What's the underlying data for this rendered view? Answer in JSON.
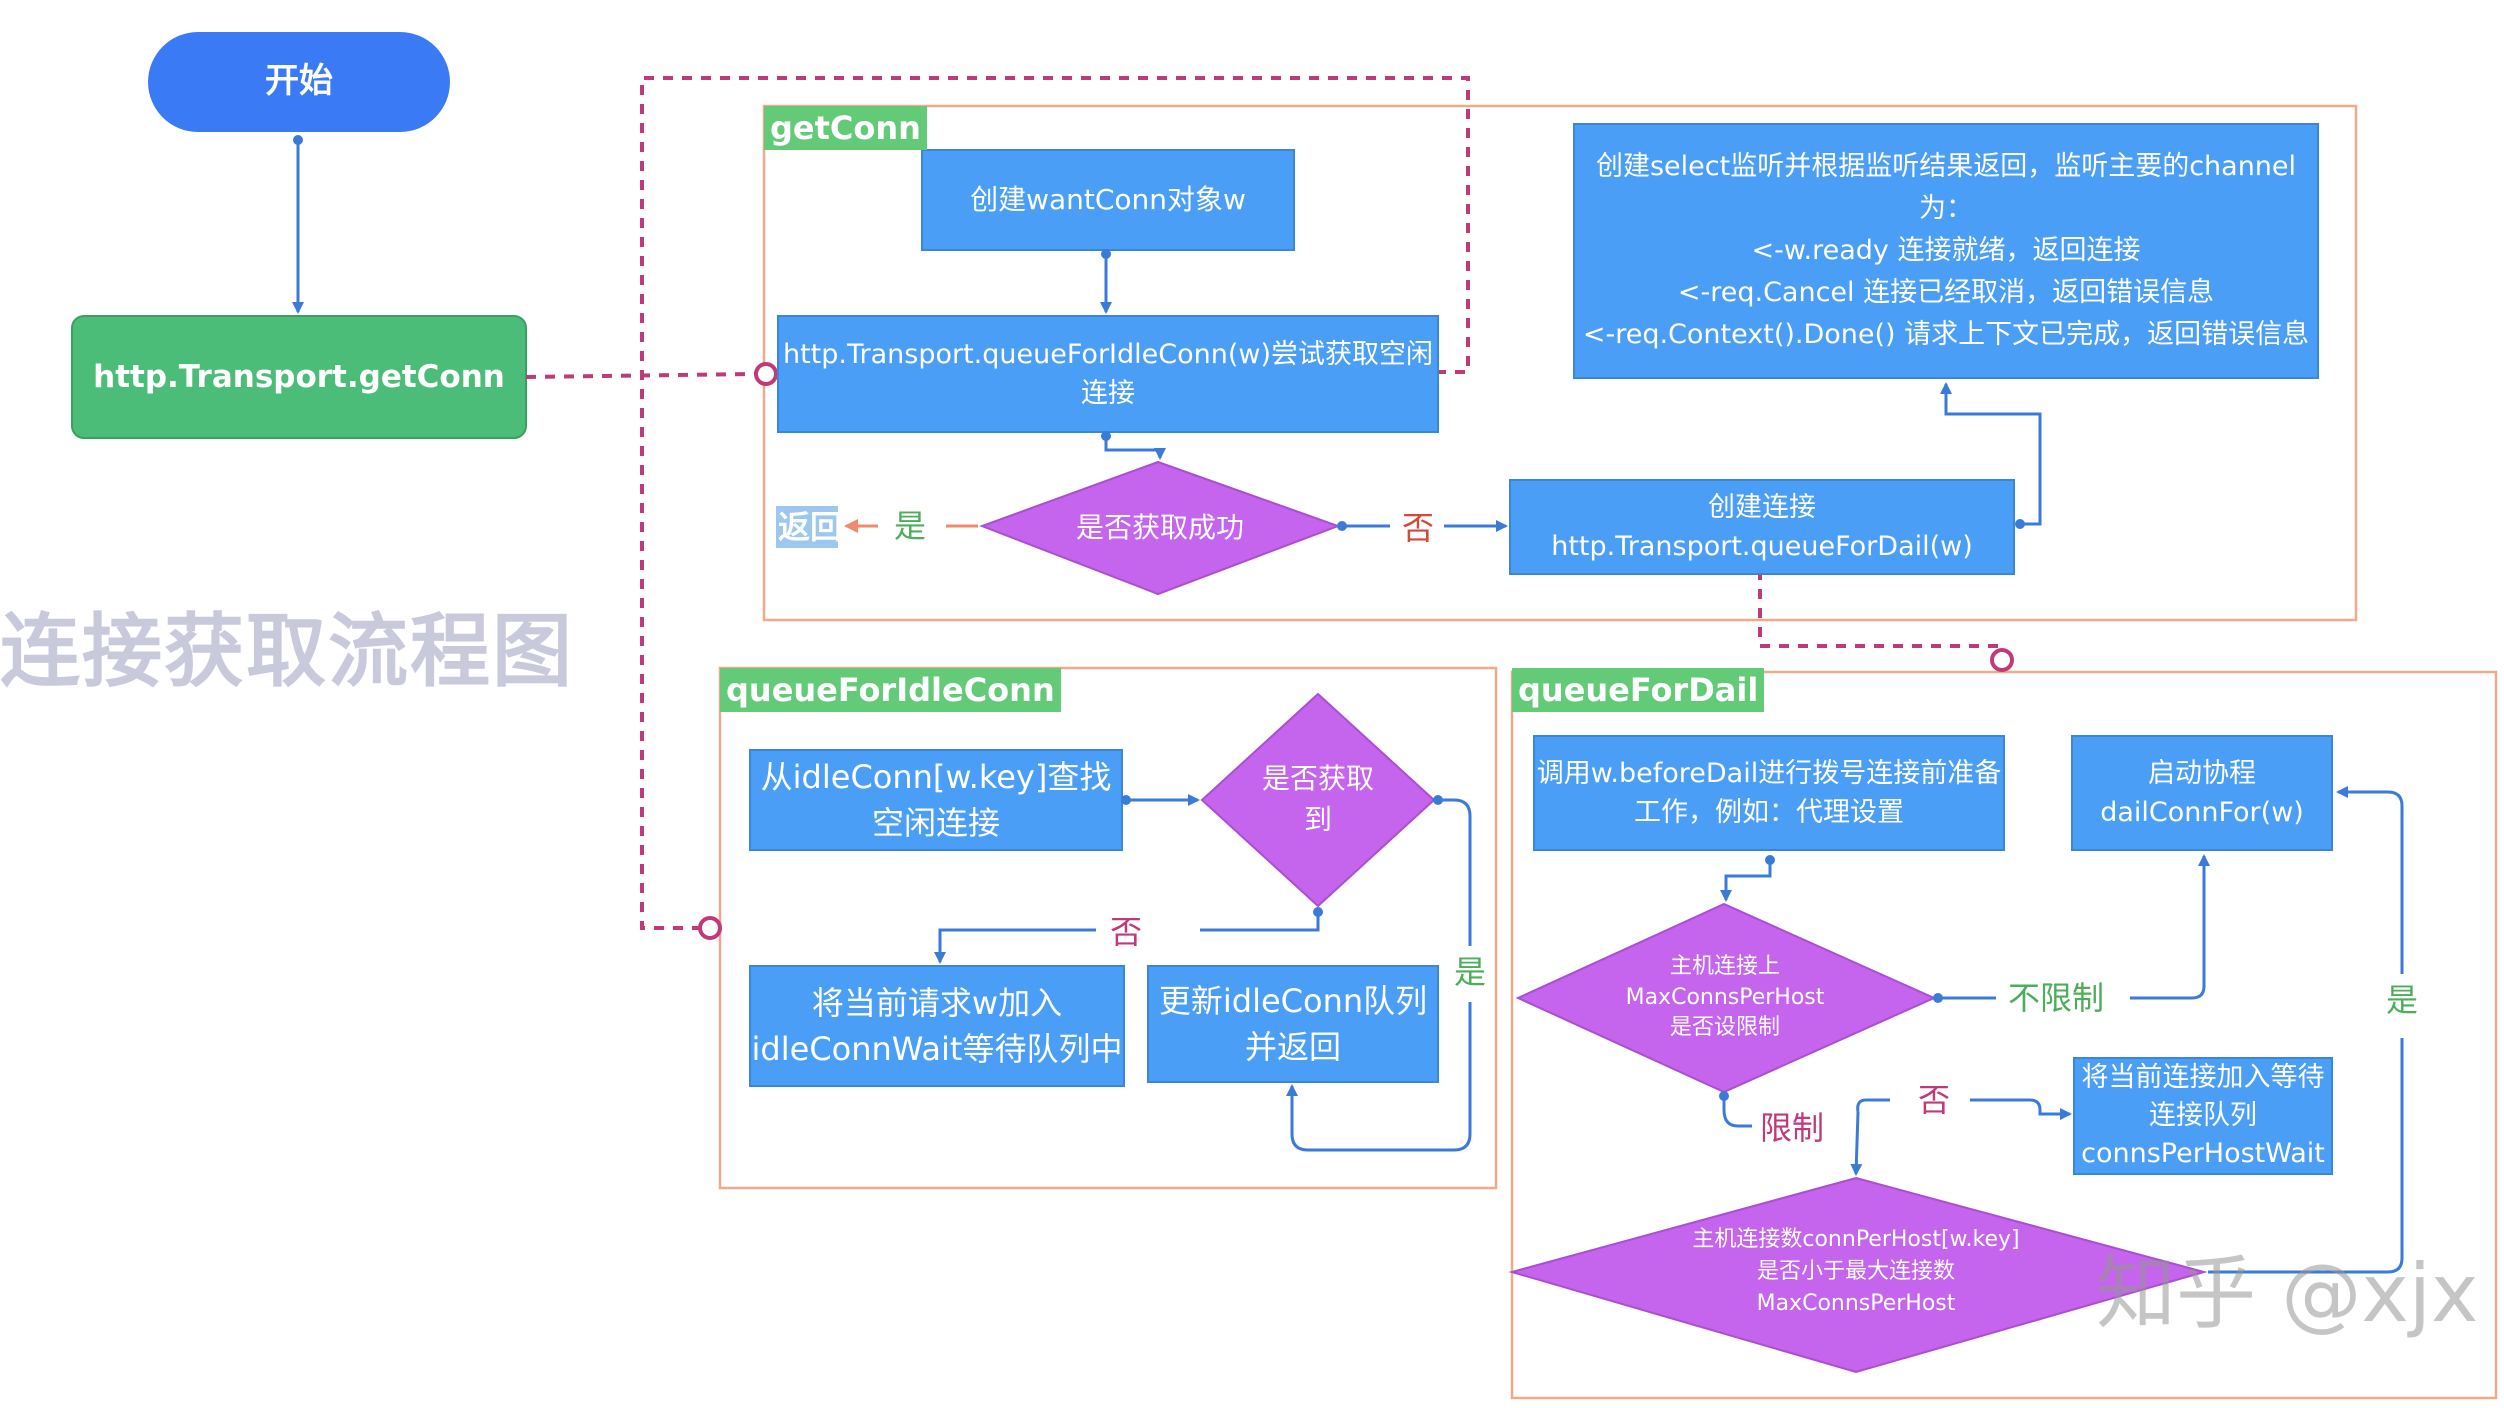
{
  "start": {
    "label": "开始"
  },
  "entry": {
    "label": "http.Transport.getConn"
  },
  "title": "连接获取流程图",
  "watermark": "知乎 @xjx",
  "colors": {
    "blue": "#4a9ef6",
    "green": "#4cbd78",
    "start_blue": "#3a7bf5",
    "purple": "#c564ec",
    "label_green": "#63ca78",
    "group_border": "#f0a98a",
    "dashed": "#c03a7a",
    "title_gray": "#c9c9dc"
  },
  "getConn": {
    "group_label": "getConn",
    "create_wantconn": "创建wantConn对象w",
    "queue_idle_line1": "http.Transport.queueForIdleConn(w)尝试获取空闲",
    "queue_idle_line2": "连接",
    "decision": "是否获取成功",
    "yes": "是",
    "no": "否",
    "return_label": "返回",
    "create_conn_line1": "创建连接",
    "create_conn_line2": "http.Transport.queueForDail(w)",
    "select_lines": [
      "创建select监听并根据监听结果返回，监听主要的channel",
      "为：",
      "<-w.ready 连接就绪，返回连接",
      "<-req.Cancel 连接已经取消，返回错误信息",
      "<-req.Context().Done() 请求上下文已完成，返回错误信息"
    ]
  },
  "queueForIdleConn": {
    "group_label": "queueForIdleConn",
    "find_line1": "从idleConn[w.key]查找",
    "find_line2": "空闲连接",
    "decision_line1": "是否获取",
    "decision_line2": "到",
    "no": "否",
    "yes": "是",
    "add_wait_line1": "将当前请求w加入",
    "add_wait_line2": "idleConnWait等待队列中",
    "update_line1": "更新idleConn队列",
    "update_line2": "并返回"
  },
  "queueForDail": {
    "group_label": "queueForDail",
    "prepare_line1": "调用w.beforeDail进行拨号连接前准备",
    "prepare_line2": "工作，例如：代理设置",
    "start_routine_line1": "启动协程",
    "start_routine_line2": "dailConnFor(w)",
    "limit_decision_lines": [
      "主机连接上",
      "MaxConnsPerHost",
      "是否设限制"
    ],
    "unlimited": "不限制",
    "limited": "限制",
    "no": "否",
    "yes": "是",
    "add_wait_lines": [
      "将当前连接加入等待",
      "连接队列",
      "connsPerHostWait"
    ],
    "count_decision_lines": [
      "主机连接数connPerHost[w.key]",
      "是否小于最大连接数",
      "MaxConnsPerHost"
    ]
  }
}
